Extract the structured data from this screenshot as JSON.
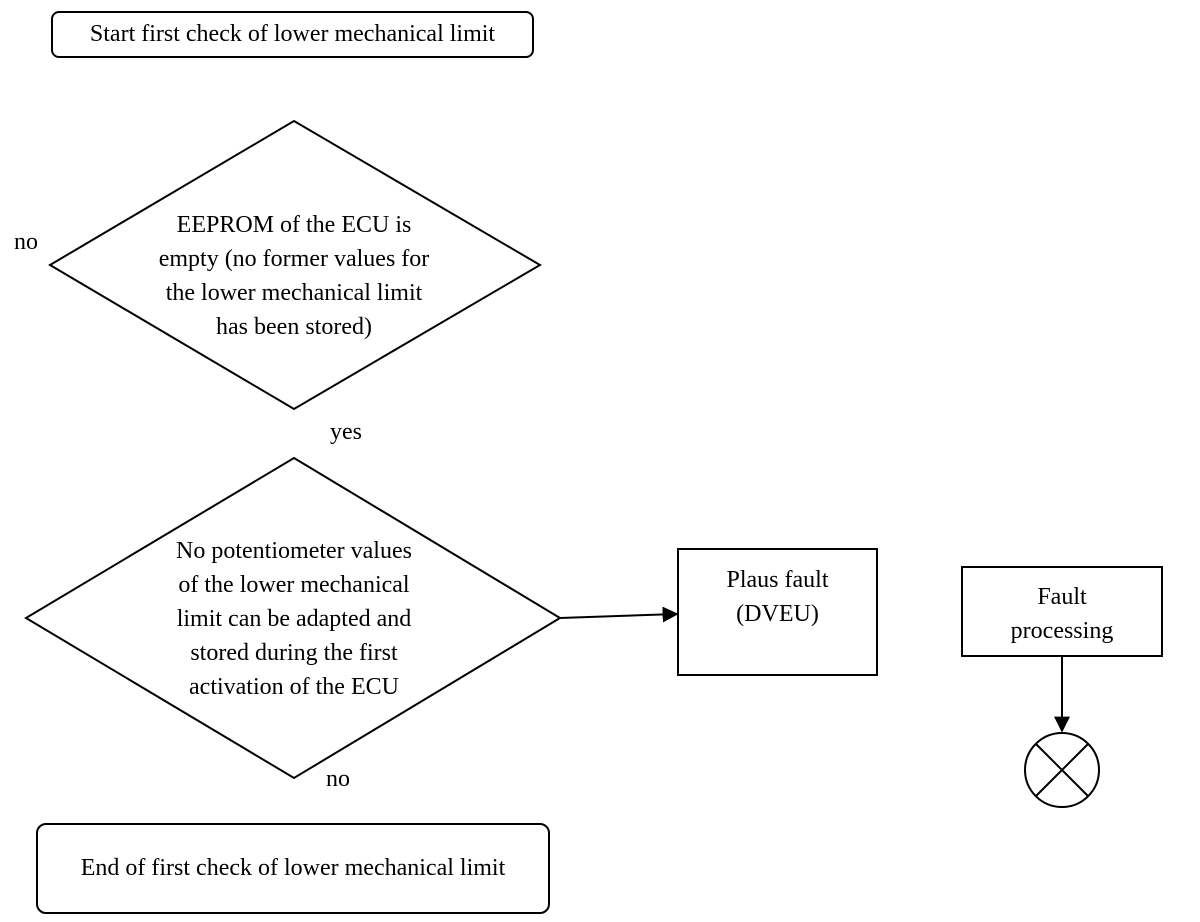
{
  "start_box": {
    "text": "Start first check of lower mechanical limit"
  },
  "decision_1": {
    "lines": [
      "EEPROM of the ECU is",
      "empty (no former values for",
      "the lower mechanical limit",
      "has been stored)"
    ]
  },
  "decision_2": {
    "lines": [
      "No potentiometer values",
      "of the lower mechanical",
      "limit can be adapted and",
      "stored during the first",
      "activation of the ECU"
    ]
  },
  "labels": {
    "no_top": "no",
    "yes": "yes",
    "no_bottom": "no"
  },
  "plaus_fault": {
    "lines": [
      "Plaus fault",
      "(DVEU)"
    ]
  },
  "fault_processing": {
    "lines": [
      "Fault",
      "processing"
    ]
  },
  "end_box": {
    "text": "End of first check of lower mechanical limit"
  },
  "terminator": {
    "icon": "circle-x-icon"
  },
  "colors": {
    "stroke": "#000000",
    "background": "#ffffff"
  }
}
